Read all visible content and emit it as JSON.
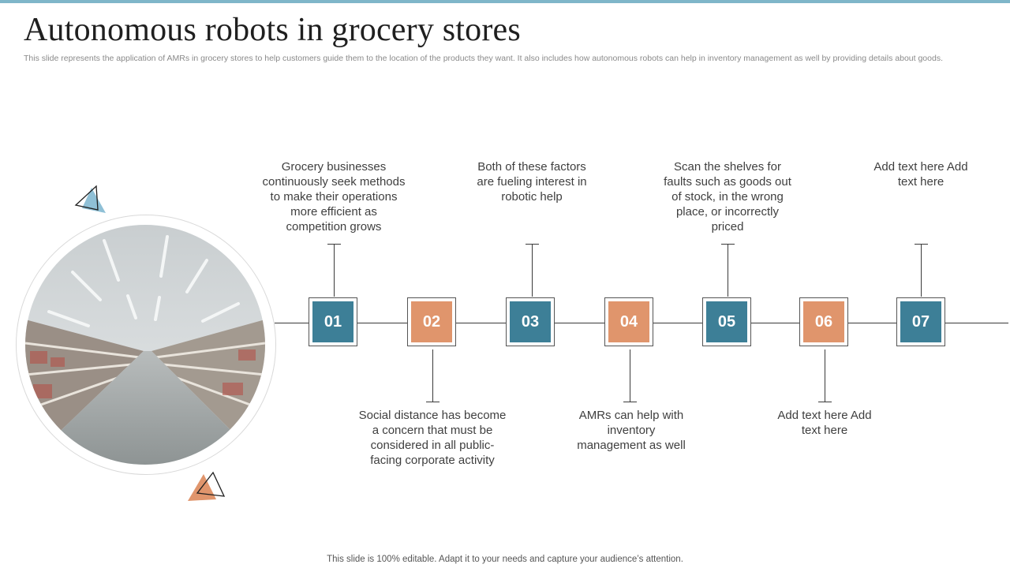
{
  "colors": {
    "top_bar": "#7fb6c9",
    "teal": "#3d7f97",
    "orange": "#e0956c",
    "light_blue_triangle": "#8fc0d6"
  },
  "slide": {
    "title": "Autonomous robots in grocery stores",
    "subtitle": "This slide represents the application of AMRs in grocery stores to help customers guide them to the location of the products they want. It also includes how autonomous robots can help in inventory management as well by providing details about goods.",
    "footer": "This slide is 100% editable. Adapt it to your needs and capture your audience’s attention."
  },
  "steps": [
    {
      "number": "01",
      "color": "teal",
      "text": "Grocery businesses continuously  seek methods to make their operations more efficient as competition grows"
    },
    {
      "number": "02",
      "color": "orange",
      "text": "Social distance has become a concern that must be considered in all public-facing corporate activity"
    },
    {
      "number": "03",
      "color": "teal",
      "text": "Both of these factors are fueling interest in robotic help"
    },
    {
      "number": "04",
      "color": "orange",
      "text": "AMRs can help with inventory management as well"
    },
    {
      "number": "05",
      "color": "teal",
      "text": "Scan the shelves for faults  such as goods out of stock,  in the wrong place, or incorrectly  priced"
    },
    {
      "number": "06",
      "color": "orange",
      "text": "Add text here Add text here"
    },
    {
      "number": "07",
      "color": "teal",
      "text": "Add text here Add text here"
    }
  ],
  "icons": {
    "photo": "grocery-aisle-photo",
    "triangle_top": "outline-triangle-icon",
    "triangle_bottom": "outline-triangle-icon"
  }
}
